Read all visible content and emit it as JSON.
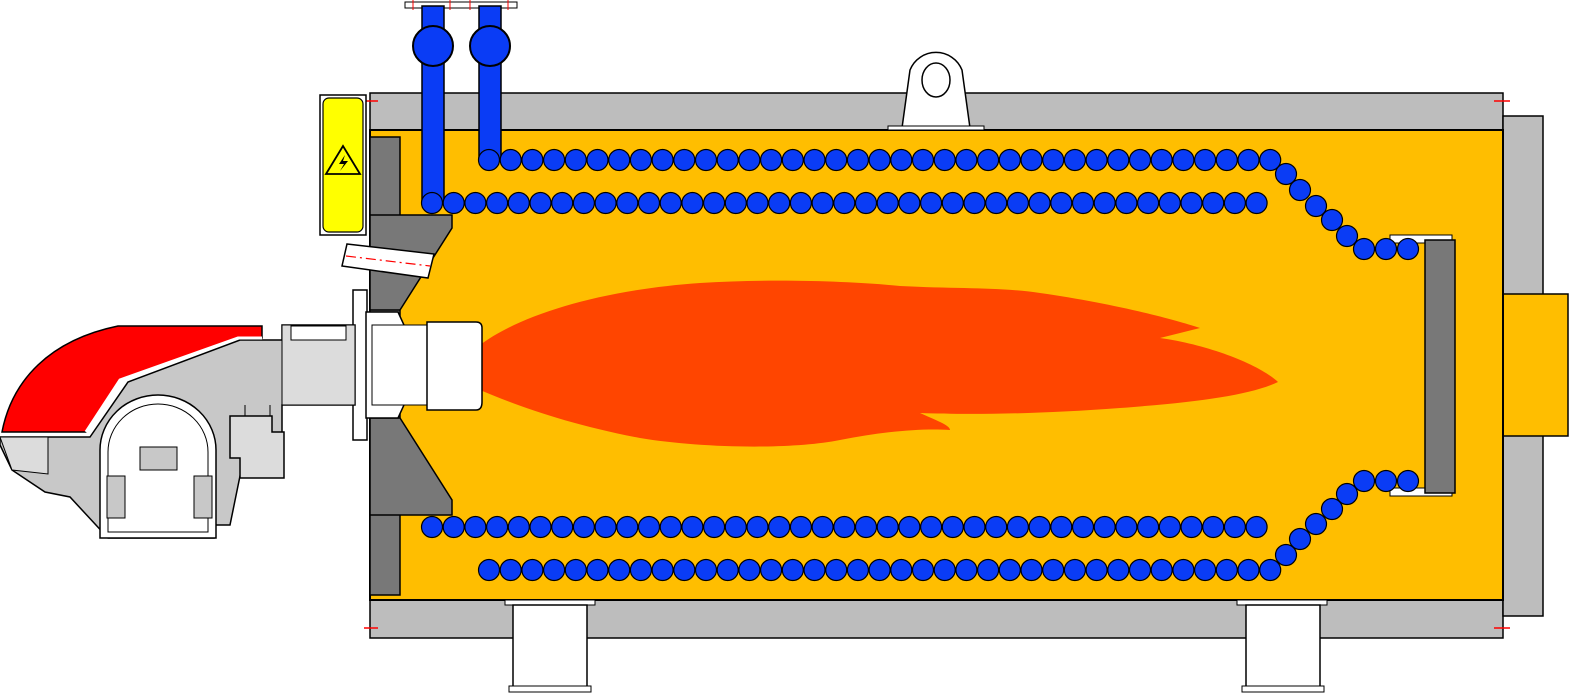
{
  "colors": {
    "shell_gray": "#bdbdbd",
    "chamber_fill": "#ffbe00",
    "flame": "#ff4500",
    "tube_blue": "#0a3cf5",
    "pipe_blue": "#0a3cf5",
    "burner_red": "#ff0000",
    "burner_gray": "#c8c8c8",
    "burner_light": "#dcdcdc",
    "refractory": "#787878",
    "warning_yellow": "#ffff00",
    "outline": "#000000"
  },
  "icons": {
    "warning_sign": "high-voltage-warning-icon"
  },
  "tube_rows": {
    "upper_outer_count": 37,
    "upper_inner_count": 39,
    "lower_inner_count": 39,
    "lower_outer_count": 37
  }
}
